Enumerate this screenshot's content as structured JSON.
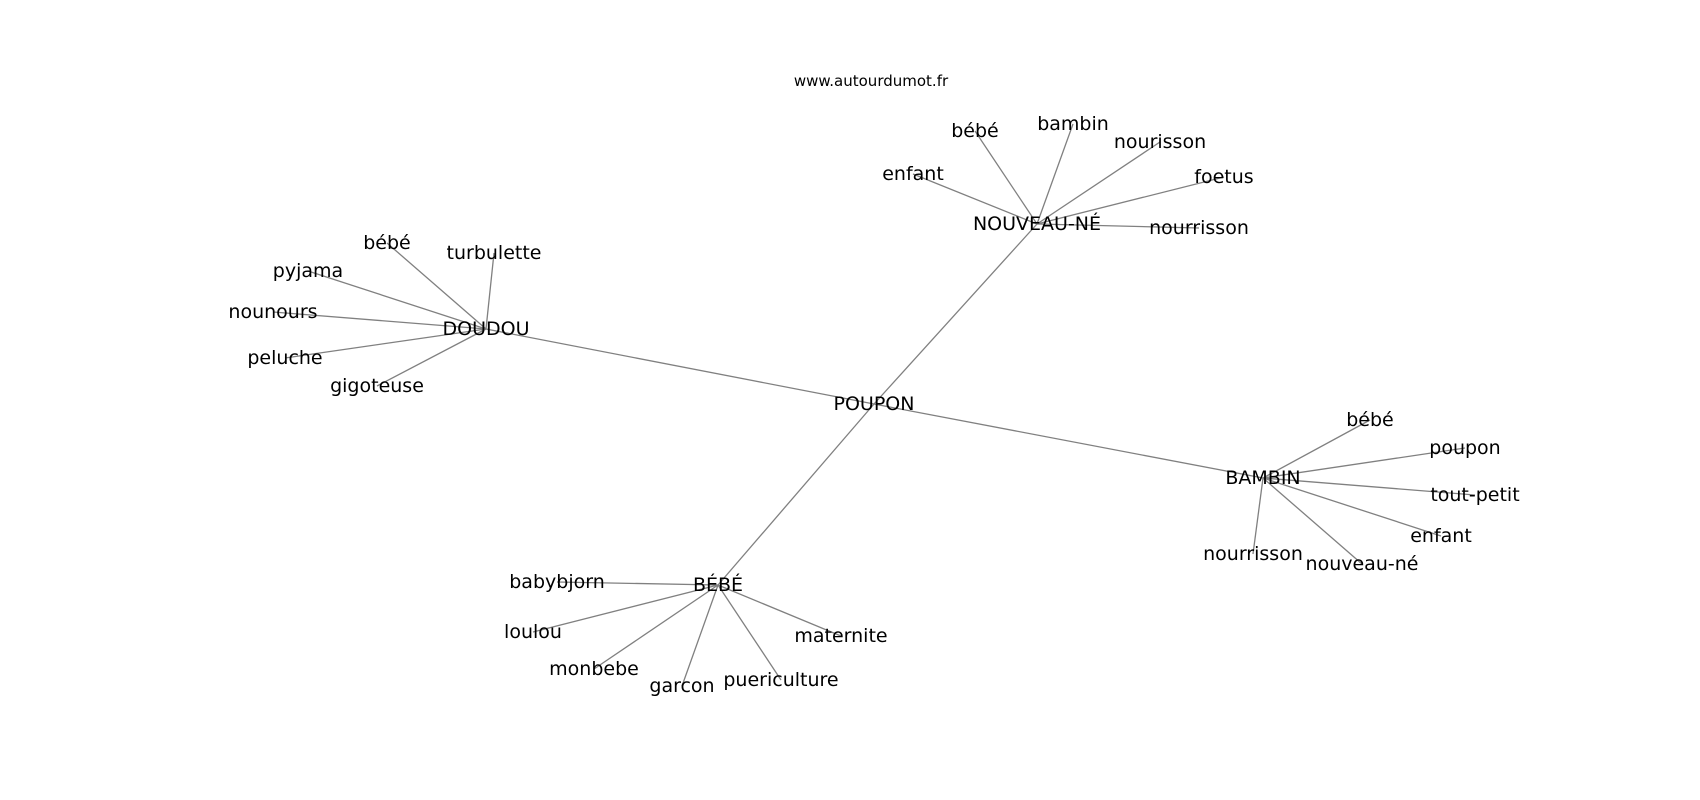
{
  "source": "www.autourdumot.fr",
  "center": {
    "id": "poupon",
    "label": "POUPON"
  },
  "hubs": [
    {
      "id": "nouveau-ne",
      "label": "NOUVEAU-NÉ",
      "leaves": [
        {
          "id": "bebe",
          "label": "bébé"
        },
        {
          "id": "bambin",
          "label": "bambin"
        },
        {
          "id": "nourisson",
          "label": "nourisson"
        },
        {
          "id": "enfant",
          "label": "enfant"
        },
        {
          "id": "foetus",
          "label": "foetus"
        },
        {
          "id": "nourrisson",
          "label": "nourrisson"
        }
      ]
    },
    {
      "id": "doudou",
      "label": "DOUDOU",
      "leaves": [
        {
          "id": "bebe",
          "label": "bébé"
        },
        {
          "id": "turbulette",
          "label": "turbulette"
        },
        {
          "id": "pyjama",
          "label": "pyjama"
        },
        {
          "id": "nounours",
          "label": "nounours"
        },
        {
          "id": "peluche",
          "label": "peluche"
        },
        {
          "id": "gigoteuse",
          "label": "gigoteuse"
        }
      ]
    },
    {
      "id": "bambin",
      "label": "BAMBIN",
      "leaves": [
        {
          "id": "bebe",
          "label": "bébé"
        },
        {
          "id": "poupon",
          "label": "poupon"
        },
        {
          "id": "tout-petit",
          "label": "tout-petit"
        },
        {
          "id": "enfant",
          "label": "enfant"
        },
        {
          "id": "nourrisson",
          "label": "nourrisson"
        },
        {
          "id": "nouveau-ne",
          "label": "nouveau-né"
        }
      ]
    },
    {
      "id": "bebe",
      "label": "BÉBÉ",
      "leaves": [
        {
          "id": "babybjorn",
          "label": "babybjorn"
        },
        {
          "id": "loulou",
          "label": "loulou"
        },
        {
          "id": "monbebe",
          "label": "monbebe"
        },
        {
          "id": "garcon",
          "label": "garcon"
        },
        {
          "id": "puericulture",
          "label": "puericulture"
        },
        {
          "id": "maternite",
          "label": "maternite"
        }
      ]
    }
  ]
}
